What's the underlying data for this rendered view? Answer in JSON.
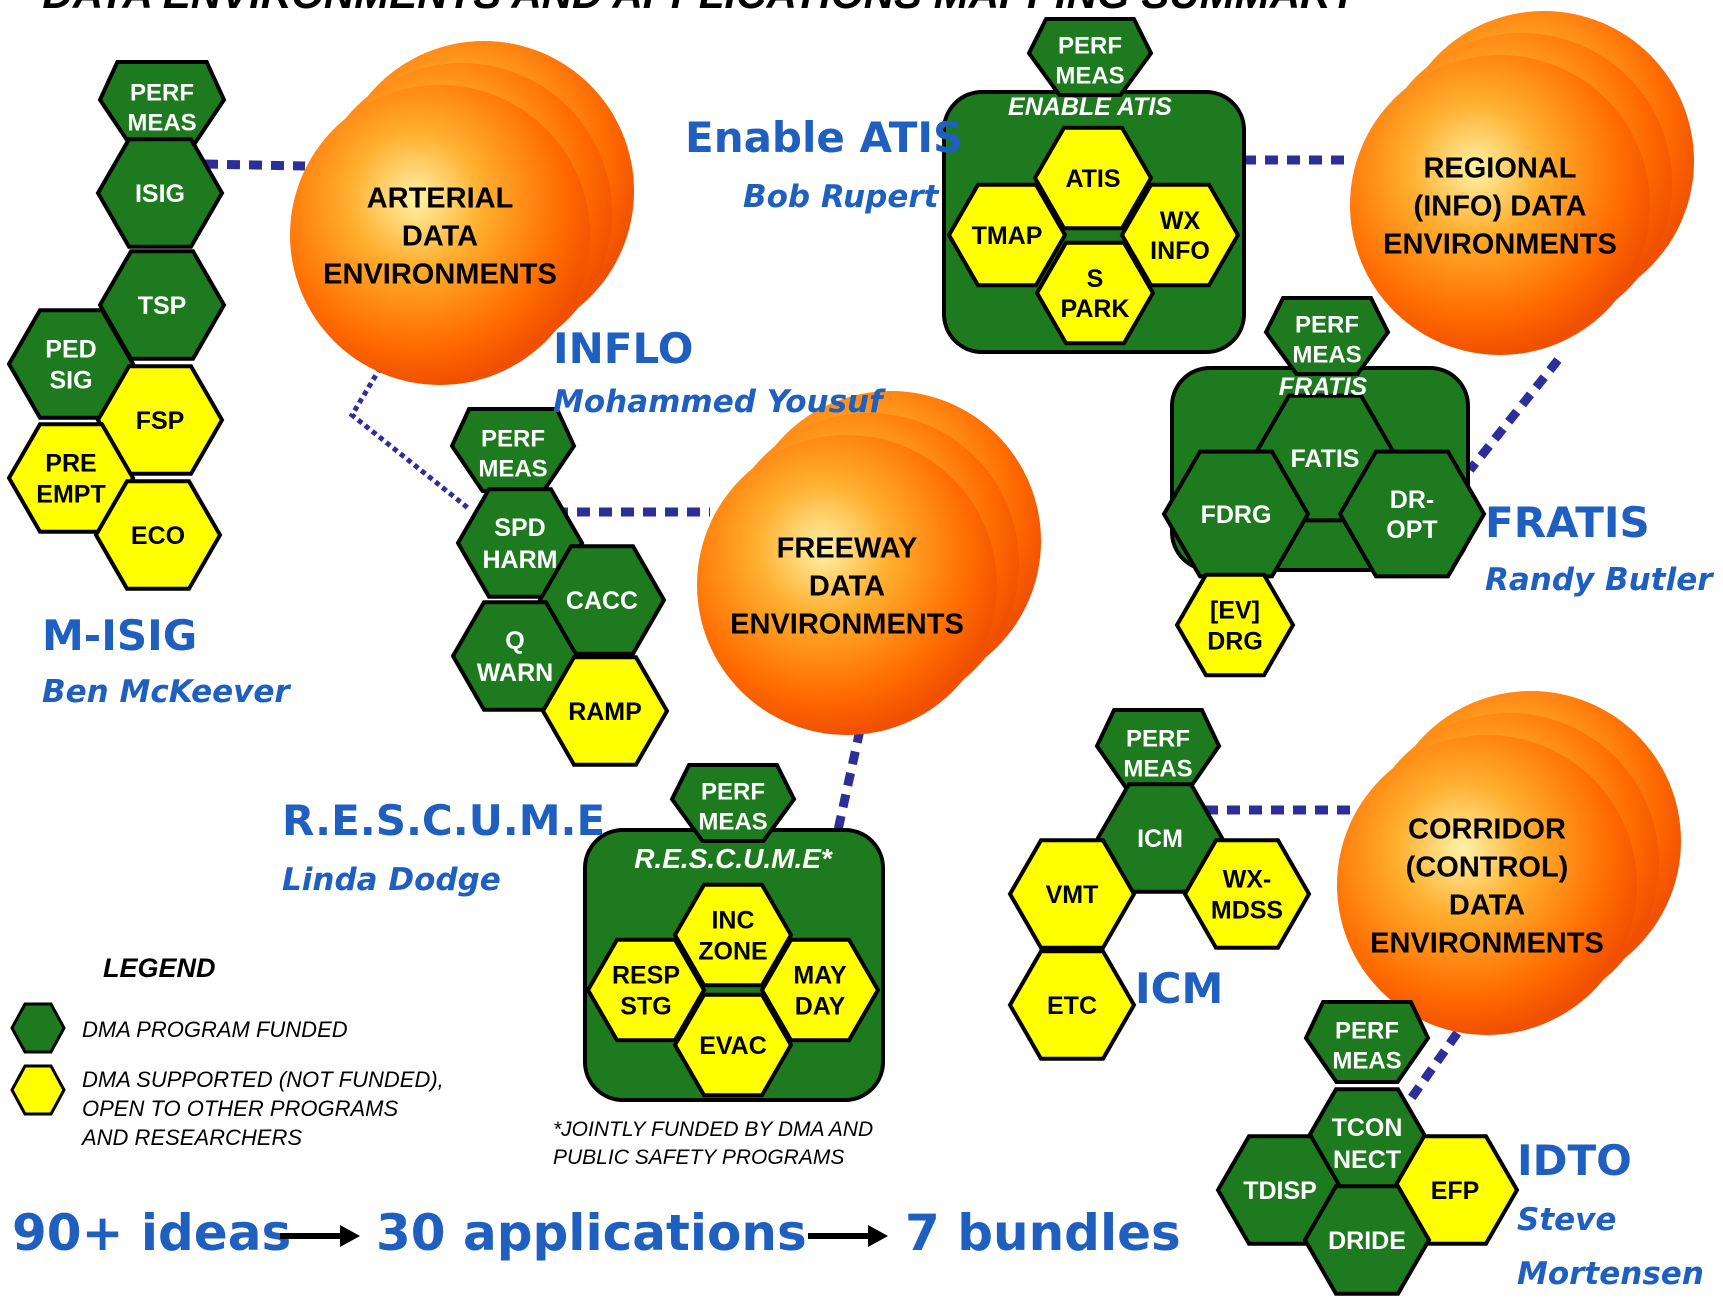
{
  "header": {
    "title": "DATA ENVIRONMENTS AND APPLICATIONS MAPPING SUMMARY"
  },
  "colors": {
    "funded": "#1e7a1e",
    "supported": "#ffff00",
    "accent": "#1f5fbf",
    "orb": "#ff6a00"
  },
  "environments": {
    "arterial": [
      "ARTERIAL",
      "DATA",
      "ENVIRONMENTS"
    ],
    "freeway": [
      "FREEWAY",
      "DATA",
      "ENVIRONMENTS"
    ],
    "regional": [
      "REGIONAL",
      "(INFO) DATA",
      "ENVIRONMENTS"
    ],
    "corridor": [
      "CORRIDOR",
      "(CONTROL)",
      "DATA",
      "ENVIRONMENTS"
    ]
  },
  "bundles": {
    "misig": {
      "name": "M-ISIG",
      "owner": "Ben McKeever",
      "perf": [
        "PERF",
        "MEAS"
      ],
      "apps": {
        "isig": [
          "ISIG"
        ],
        "tsp": [
          "TSP"
        ],
        "pedsig": [
          "PED",
          "SIG"
        ],
        "fsp": [
          "FSP"
        ],
        "preempt": [
          "PRE",
          "EMPT"
        ],
        "eco": [
          "ECO"
        ]
      }
    },
    "inflo": {
      "name": "INFLO",
      "owner": "Mohammed Yousuf",
      "perf": [
        "PERF",
        "MEAS"
      ],
      "apps": {
        "spdharm": [
          "SPD",
          "HARM"
        ],
        "cacc": [
          "CACC"
        ],
        "qwarn": [
          "Q",
          "WARN"
        ],
        "ramp": [
          "RAMP"
        ]
      }
    },
    "atis": {
      "name": "Enable ATIS",
      "owner": "Bob Rupert",
      "box_title": "ENABLE ATIS",
      "perf": [
        "PERF",
        "MEAS"
      ],
      "apps": {
        "atis": [
          "ATIS"
        ],
        "tmap": [
          "TMAP"
        ],
        "wxinfo": [
          "WX",
          "INFO"
        ],
        "spark": [
          "S",
          "PARK"
        ]
      }
    },
    "fratis": {
      "name": "FRATIS",
      "owner": "Randy Butler",
      "box_title": "FRATIS",
      "perf": [
        "PERF",
        "MEAS"
      ],
      "apps": {
        "fatis": [
          "FATIS"
        ],
        "fdrg": [
          "FDRG"
        ],
        "dropt": [
          "DR-",
          "OPT"
        ],
        "evdrg": [
          "[EV]",
          "DRG"
        ]
      }
    },
    "rescume": {
      "name": "R.E.S.C.U.M.E",
      "owner": "Linda Dodge",
      "box_title": "R.E.S.C.U.M.E*",
      "perf": [
        "PERF",
        "MEAS"
      ],
      "note": [
        "*JOINTLY FUNDED BY DMA AND",
        "PUBLIC SAFETY PROGRAMS"
      ],
      "apps": {
        "inczone": [
          "INC",
          "ZONE"
        ],
        "respstg": [
          "RESP",
          "STG"
        ],
        "mayday": [
          "MAY",
          "DAY"
        ],
        "evac": [
          "EVAC"
        ]
      }
    },
    "icm": {
      "name": "ICM",
      "perf": [
        "PERF",
        "MEAS"
      ],
      "apps": {
        "icm": [
          "ICM"
        ],
        "vmt": [
          "VMT"
        ],
        "wxmdss": [
          "WX-",
          "MDSS"
        ],
        "etc": [
          "ETC"
        ]
      }
    },
    "idto": {
      "name": "IDTO",
      "owner": [
        "Steve",
        "Mortensen"
      ],
      "perf": [
        "PERF",
        "MEAS"
      ],
      "apps": {
        "tconnect": [
          "TCON",
          "NECT"
        ],
        "tdisp": [
          "TDISP"
        ],
        "efp": [
          "EFP"
        ],
        "dride": [
          "DRIDE"
        ]
      }
    }
  },
  "legend": {
    "title": "LEGEND",
    "funded": [
      "DMA PROGRAM FUNDED"
    ],
    "supported": [
      "DMA SUPPORTED (NOT FUNDED),",
      "OPEN TO OTHER PROGRAMS",
      "AND RESEARCHERS"
    ]
  },
  "flow": {
    "ideas": "90+ ideas",
    "applications": "30 applications",
    "bundles": "7 bundles"
  }
}
